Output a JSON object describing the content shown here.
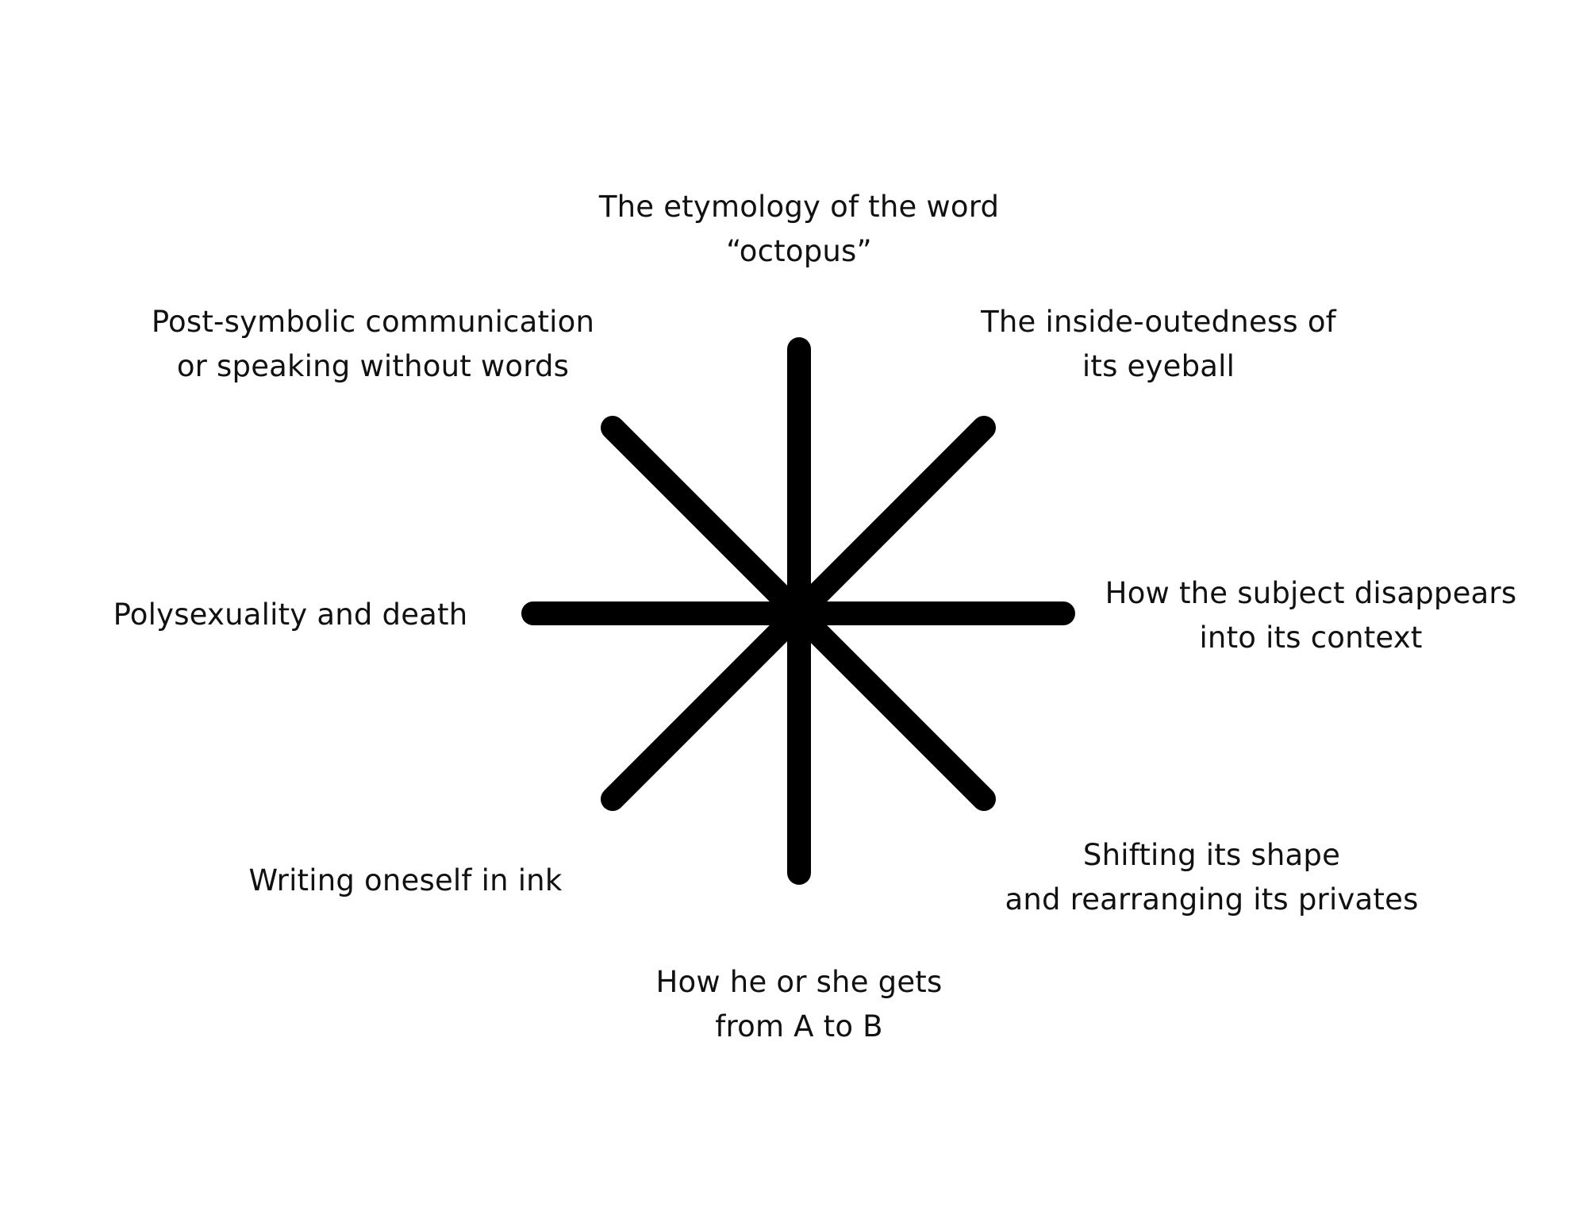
{
  "colors": {
    "background": "#ffffff",
    "arms": "#000000",
    "text": "#111111"
  },
  "labels": [
    {
      "id": "top",
      "lines": [
        "The etymology of the word",
        "“octopus”"
      ]
    },
    {
      "id": "top-right",
      "lines": [
        "The inside-outedness of",
        "its eyeball"
      ]
    },
    {
      "id": "right",
      "lines": [
        "How the subject disappears",
        "into its context"
      ]
    },
    {
      "id": "bottom-right",
      "lines": [
        "Shifting its shape",
        "and rearranging its privates"
      ]
    },
    {
      "id": "bottom",
      "lines": [
        "How he or she gets",
        "from A to B"
      ]
    },
    {
      "id": "bottom-left",
      "lines": [
        "Writing oneself in ink"
      ]
    },
    {
      "id": "left",
      "lines": [
        "Polysexuality and death"
      ]
    },
    {
      "id": "top-left",
      "lines": [
        "Post-symbolic communication",
        "or speaking without words"
      ]
    }
  ]
}
